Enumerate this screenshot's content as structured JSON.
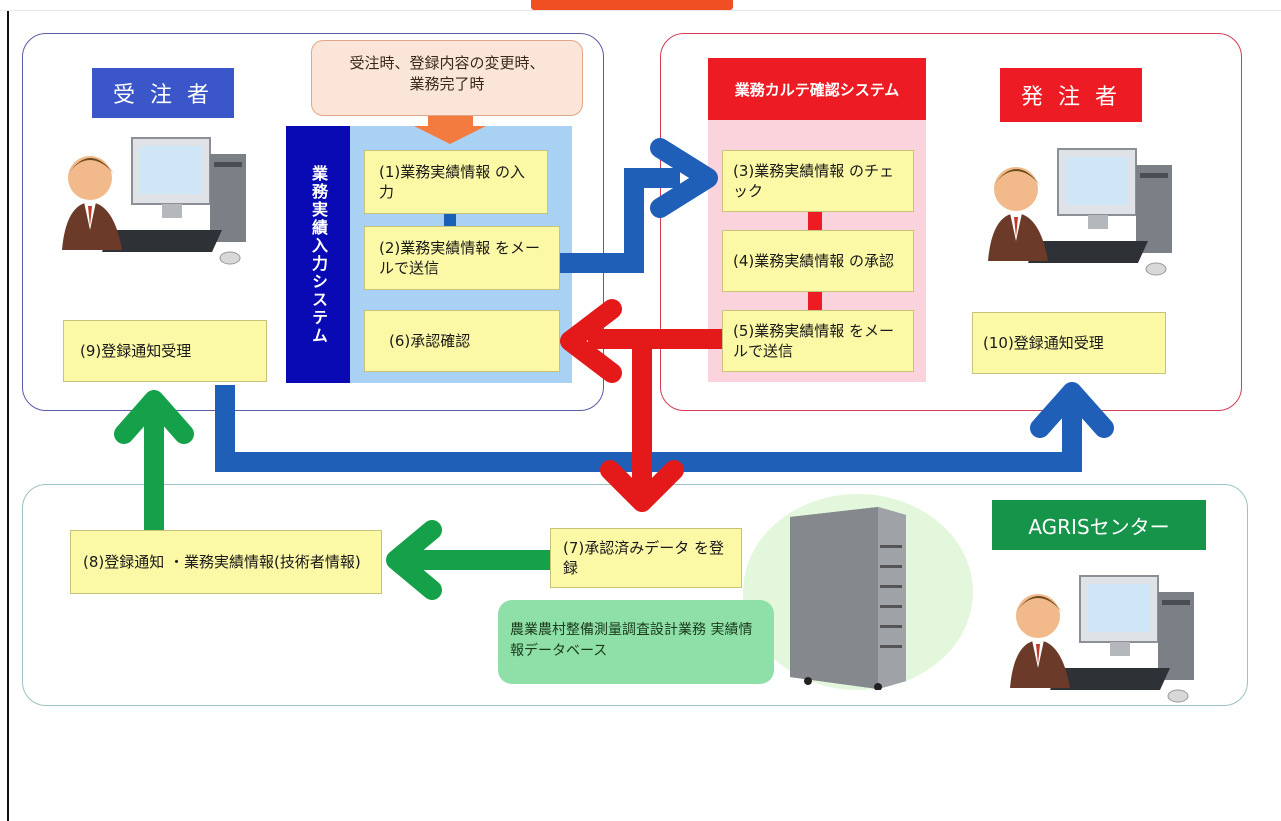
{
  "contractor": {
    "label": "受 注 者",
    "color": "#3a56c8"
  },
  "orderer": {
    "label": "発 注 者",
    "color": "#ec1b24"
  },
  "timing_note": "受注時、登録内容の変更時、業務完了時",
  "input_system": {
    "title": "業務実績入力システム",
    "color": "#0a0ab4"
  },
  "check_system": {
    "title": "業務カルテ確認システム",
    "color": "#ec1b24"
  },
  "center": {
    "label": "AGRISセンター",
    "color": "#15944a"
  },
  "steps": {
    "s1": "(1)業務実績情報 の入力",
    "s2": "(2)業務実績情報 をメールで送信",
    "s3": "(3)業務実績情報 のチェック",
    "s4": "(4)業務実績情報 の承認",
    "s5": "(5)業務実績情報 をメールで送信",
    "s6": "(6)承認確認",
    "s7": "(7)承認済みデータ を登録",
    "s8": "(8)登録通知 ・業務実績情報(技術者情報)",
    "s9": "(9)登録通知受理",
    "s10": "(10)登録通知受理"
  },
  "database_label": "農業農村整備測量調査設計業務 実績情報データベース",
  "arrow_colors": {
    "blue": "#1f5fb8",
    "red": "#e41a1a",
    "green": "#15a14a",
    "orange": "#f47b3f"
  },
  "icons": [
    "person-at-computer-icon",
    "server-tower-icon"
  ]
}
